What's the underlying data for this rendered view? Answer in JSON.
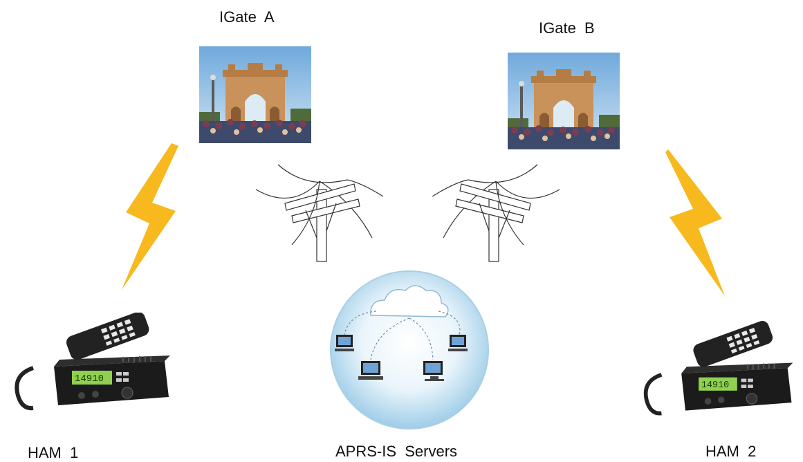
{
  "nodes": {
    "igate_a": {
      "label": "IGate  A"
    },
    "igate_b": {
      "label": "IGate  B"
    },
    "ham_1": {
      "label": "HAM  1",
      "radio_display": "14910"
    },
    "ham_2": {
      "label": "HAM  2",
      "radio_display": "14910"
    },
    "servers": {
      "label": "APRS-IS  Servers"
    }
  },
  "colors": {
    "lightning": "#F7B91E",
    "cloud_sphere": "#BFE0F2",
    "radio_body": "#1b1b1b",
    "radio_lcd": "#8fd14f",
    "gate_stone": "#C9925A"
  },
  "links": [
    {
      "from": "ham_1",
      "to": "igate_a",
      "kind": "radio-lightning"
    },
    {
      "from": "ham_2",
      "to": "igate_b",
      "kind": "radio-lightning"
    },
    {
      "from": "igate_a",
      "to": "servers",
      "kind": "internet-wire-pole"
    },
    {
      "from": "igate_b",
      "to": "servers",
      "kind": "internet-wire-pole"
    }
  ]
}
